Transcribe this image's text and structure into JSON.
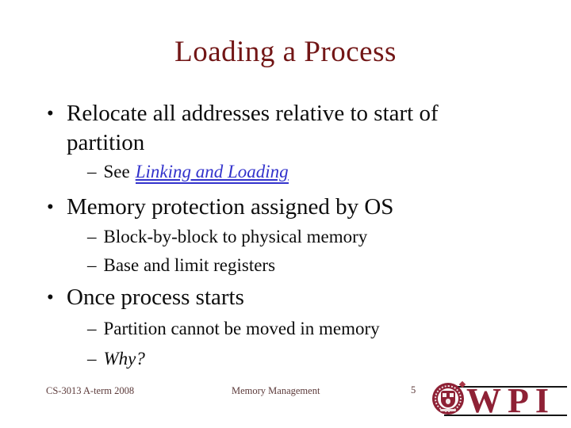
{
  "slide": {
    "title": "Loading a Process",
    "bullets": [
      {
        "lines": [
          "Relocate all addresses relative to start of",
          "partition"
        ],
        "sub": [
          {
            "pre": "See",
            "link": "Linking and Loading"
          }
        ]
      },
      {
        "lines": [
          "Memory protection assigned by OS"
        ],
        "sub": [
          {
            "text": "Block-by-block to physical memory"
          },
          {
            "text": "Base and limit registers"
          }
        ]
      },
      {
        "lines": [
          "Once process starts"
        ],
        "sub": [
          {
            "text": "Partition cannot be moved in memory"
          },
          {
            "text": "Why?",
            "italic": true
          }
        ]
      }
    ]
  },
  "chars": {
    "bullet": "•",
    "dash": "–"
  },
  "footer": {
    "left": "CS-3013 A-term 2008",
    "center": "Memory Management",
    "page": "5"
  },
  "logo": {
    "wordmark": "WPI"
  },
  "colors": {
    "title_maroon": "#721616",
    "body_black": "#0d0d0d",
    "link_blue": "#3333cc",
    "footer_brown": "#5c3a3a",
    "wpi_crimson": "#8e2135",
    "background": "#ffffff"
  }
}
